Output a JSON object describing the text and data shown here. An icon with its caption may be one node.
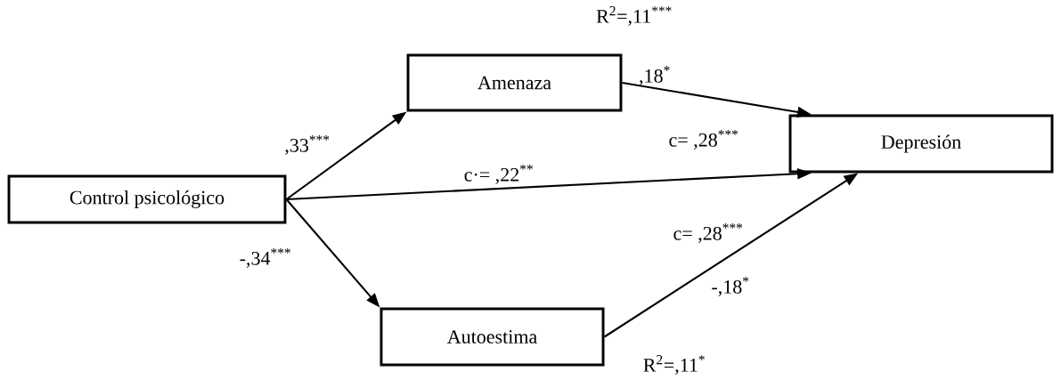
{
  "diagram": {
    "nodes": [
      {
        "text": [
          "Control psicológico"
        ]
      },
      {
        "text": [
          "Amenaza"
        ]
      },
      {
        "text": [
          "Autoestima"
        ]
      },
      {
        "text": [
          "Depresión"
        ]
      }
    ],
    "edges": [
      {
        "from": 0,
        "to": 1,
        "arrow": "to",
        "label": ",33$^{***}$"
      },
      {
        "from": 0,
        "to": 3,
        "arrow": "to",
        "label": "c·= ,22$^{**}$"
      },
      {
        "from": 0,
        "to": 2,
        "arrow": "to",
        "label": "-,34$^{***}$"
      },
      {
        "from": 1,
        "to": 3,
        "arrow": "to",
        "label": ",18$^{*}$"
      },
      {
        "from": 2,
        "to": 3,
        "arrow": "to",
        "label": "-,18$^{*}$"
      }
    ],
    "labels": [
      "R$^{2}$=,11$^{***}$",
      "c= ,28$^{***}$",
      "c= ,28$^{***}$",
      "R$^{2}$=,11$^{*}$"
    ]
  }
}
